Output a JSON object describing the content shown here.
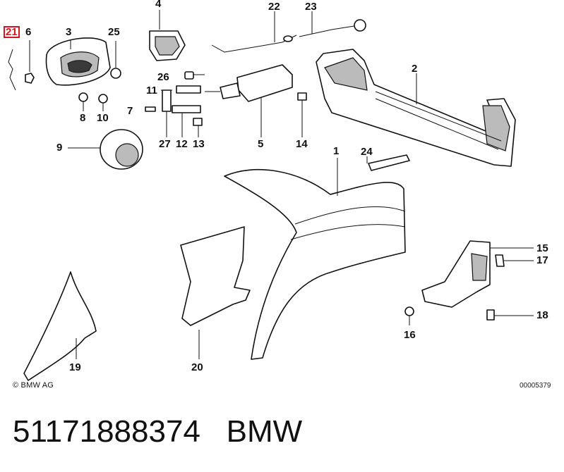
{
  "diagram": {
    "callouts": [
      {
        "id": "21",
        "label": "21",
        "highlight": true
      },
      {
        "id": "6",
        "label": "6"
      },
      {
        "id": "3",
        "label": "3"
      },
      {
        "id": "25",
        "label": "25"
      },
      {
        "id": "4",
        "label": "4"
      },
      {
        "id": "22",
        "label": "22"
      },
      {
        "id": "23",
        "label": "23"
      },
      {
        "id": "2",
        "label": "2"
      },
      {
        "id": "26",
        "label": "26"
      },
      {
        "id": "11",
        "label": "11"
      },
      {
        "id": "7",
        "label": "7"
      },
      {
        "id": "8",
        "label": "8"
      },
      {
        "id": "10",
        "label": "10"
      },
      {
        "id": "9",
        "label": "9"
      },
      {
        "id": "27",
        "label": "27"
      },
      {
        "id": "12",
        "label": "12"
      },
      {
        "id": "13",
        "label": "13"
      },
      {
        "id": "5",
        "label": "5"
      },
      {
        "id": "14",
        "label": "14"
      },
      {
        "id": "1",
        "label": "1"
      },
      {
        "id": "24",
        "label": "24"
      },
      {
        "id": "15",
        "label": "15"
      },
      {
        "id": "17",
        "label": "17"
      },
      {
        "id": "18",
        "label": "18"
      },
      {
        "id": "16",
        "label": "16"
      },
      {
        "id": "19",
        "label": "19"
      },
      {
        "id": "20",
        "label": "20"
      }
    ],
    "copyright": "© BMW AG",
    "reference": "00005379",
    "highlight_color": "#d8141e"
  },
  "caption": {
    "part_number": "51171888374",
    "brand": "BMW"
  }
}
